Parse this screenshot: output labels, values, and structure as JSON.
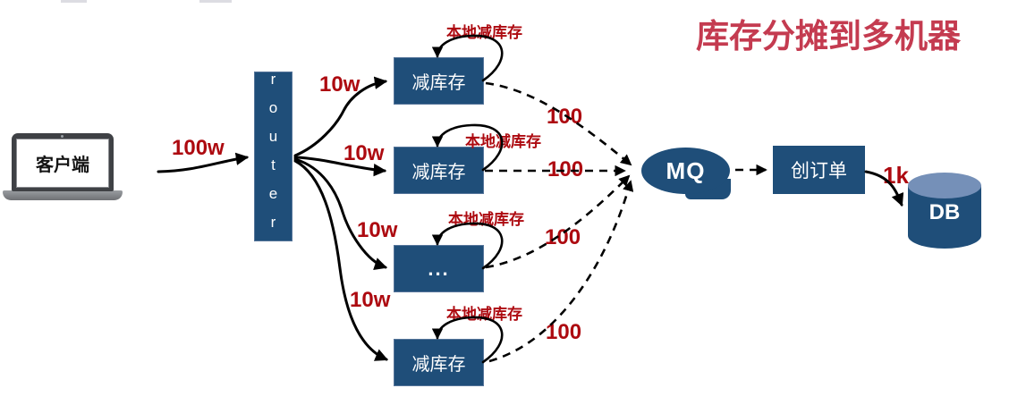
{
  "title": {
    "text": "库存分摊到多机器"
  },
  "colors": {
    "node_blue": "#1f4e79",
    "db_top_blue": "#7590b8",
    "label_red": "#ad0a10",
    "title_red": "#c43b50",
    "arrow_black": "#000000"
  },
  "client": {
    "label": "客户端"
  },
  "router": {
    "label": "router"
  },
  "workers": [
    {
      "label": "减库存",
      "loop_label": "本地减库存",
      "in_label": "10w",
      "out_label": "100"
    },
    {
      "label": "减库存",
      "loop_label": "本地减库存",
      "in_label": "10w",
      "out_label": "100"
    },
    {
      "label": "...",
      "loop_label": "本地减库存",
      "in_label": "10w",
      "out_label": "100"
    },
    {
      "label": "减库存",
      "loop_label": "本地减库存",
      "in_label": "10w",
      "out_label": "100"
    }
  ],
  "edges": {
    "client_to_router": "100w",
    "order_to_db": "1k"
  },
  "mq": {
    "label": "MQ"
  },
  "order": {
    "label": "创订单"
  },
  "db": {
    "label": "DB"
  }
}
